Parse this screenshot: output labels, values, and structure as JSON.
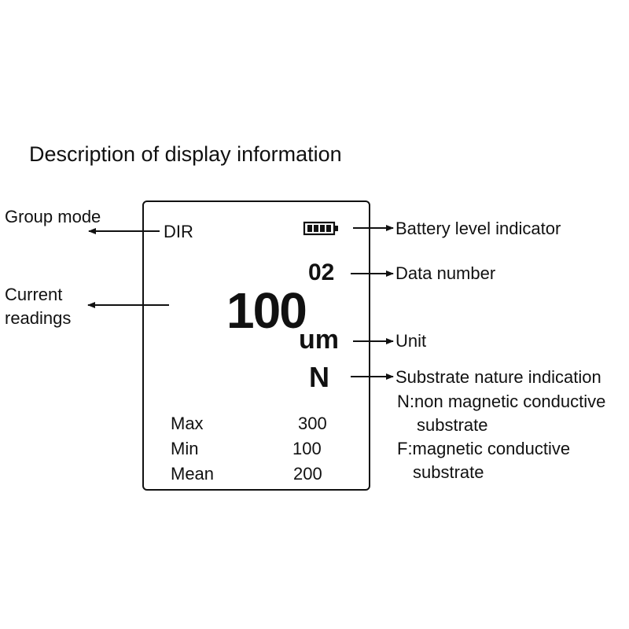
{
  "title": "Description of display information",
  "left_labels": {
    "group_mode": "Group mode",
    "current_readings_line1": "Current",
    "current_readings_line2": "readings"
  },
  "display": {
    "mode": "DIR",
    "battery_icon": "battery-icon",
    "data_number": "02",
    "reading": "100",
    "unit": "um",
    "substrate": "N",
    "stats": [
      {
        "label": "Max",
        "value": "300"
      },
      {
        "label": "Min",
        "value": "100"
      },
      {
        "label": "Mean",
        "value": "200"
      }
    ]
  },
  "right_labels": {
    "battery": "Battery level indicator",
    "data_number": "Data number",
    "unit": "Unit",
    "substrate": "Substrate nature indication",
    "n_line1": "N:non magnetic conductive",
    "n_line2": "substrate",
    "f_line1": "F:magnetic conductive",
    "f_line2": "substrate"
  }
}
